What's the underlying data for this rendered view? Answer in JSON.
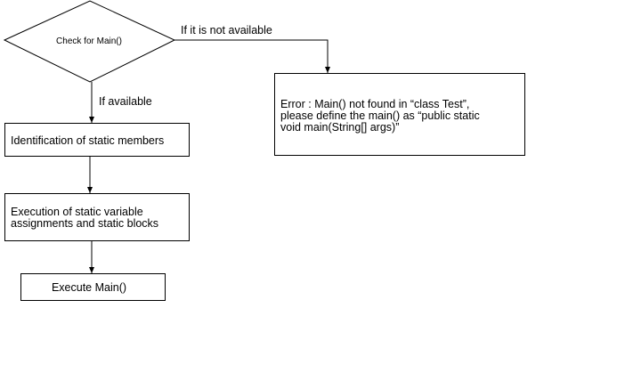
{
  "diagram": {
    "nodes": {
      "check_main": {
        "label": "Check for Main()"
      },
      "identification": {
        "label": "Identification of static members"
      },
      "execution": {
        "lines": [
          "Execution of static variable",
          "assignments and static blocks"
        ]
      },
      "execute_main": {
        "label": "Execute Main()"
      },
      "error": {
        "lines": [
          "Error : Main() not found in “class Test”,",
          "please define the main() as “public static",
          "void main(String[] args)”"
        ]
      }
    },
    "edges": {
      "not_available": {
        "label": "If it is not available"
      },
      "available": {
        "label": "If available"
      }
    },
    "colors": {
      "stroke": "#000000",
      "background": "#ffffff"
    }
  }
}
